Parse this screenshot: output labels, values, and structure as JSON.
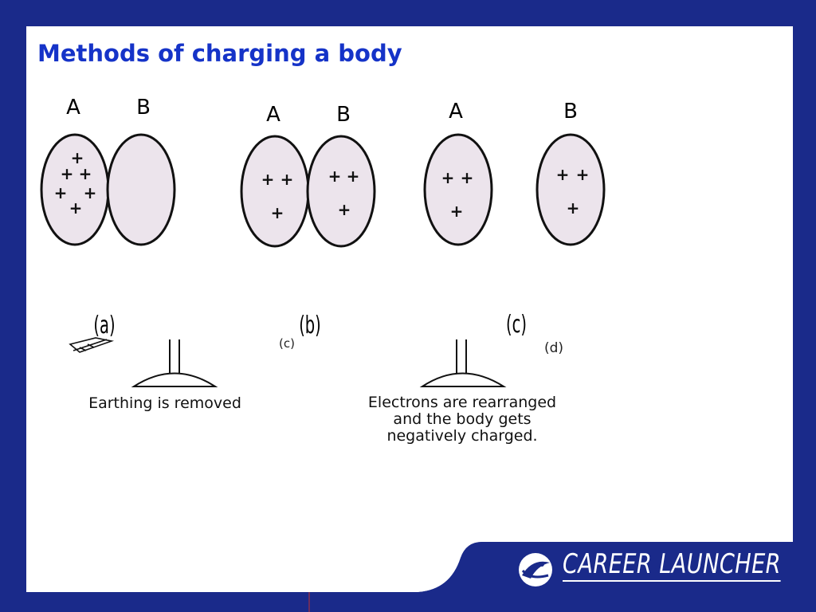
{
  "slide": {
    "title": "Methods of charging a body",
    "brand": {
      "name": "CAREER LAUNCHER",
      "logo_icon": "swirl-logo-icon"
    }
  },
  "diagram": {
    "stages": [
      {
        "sphere_a_label": "A",
        "sphere_b_label": "B",
        "caption_label": "(a)"
      },
      {
        "sphere_a_label": "A",
        "sphere_b_label": "B",
        "caption_label": "(b)"
      },
      {
        "sphere_a_label": "A",
        "sphere_b_label": "B",
        "caption_label": "(c)"
      }
    ],
    "overlay_labels": {
      "c_fragment": "(c)",
      "d_label": "(d)"
    },
    "captions": {
      "earthing": "Earthing is removed",
      "electrons_line1": "Electrons are rearranged",
      "electrons_line2": "and the body gets",
      "electrons_line3": "negatively charged."
    },
    "charge_symbol": "+"
  },
  "colors": {
    "background": "#1a2a8a",
    "title": "#1533c8",
    "sphere_fill": "#ece4ec",
    "outline": "#111111"
  }
}
